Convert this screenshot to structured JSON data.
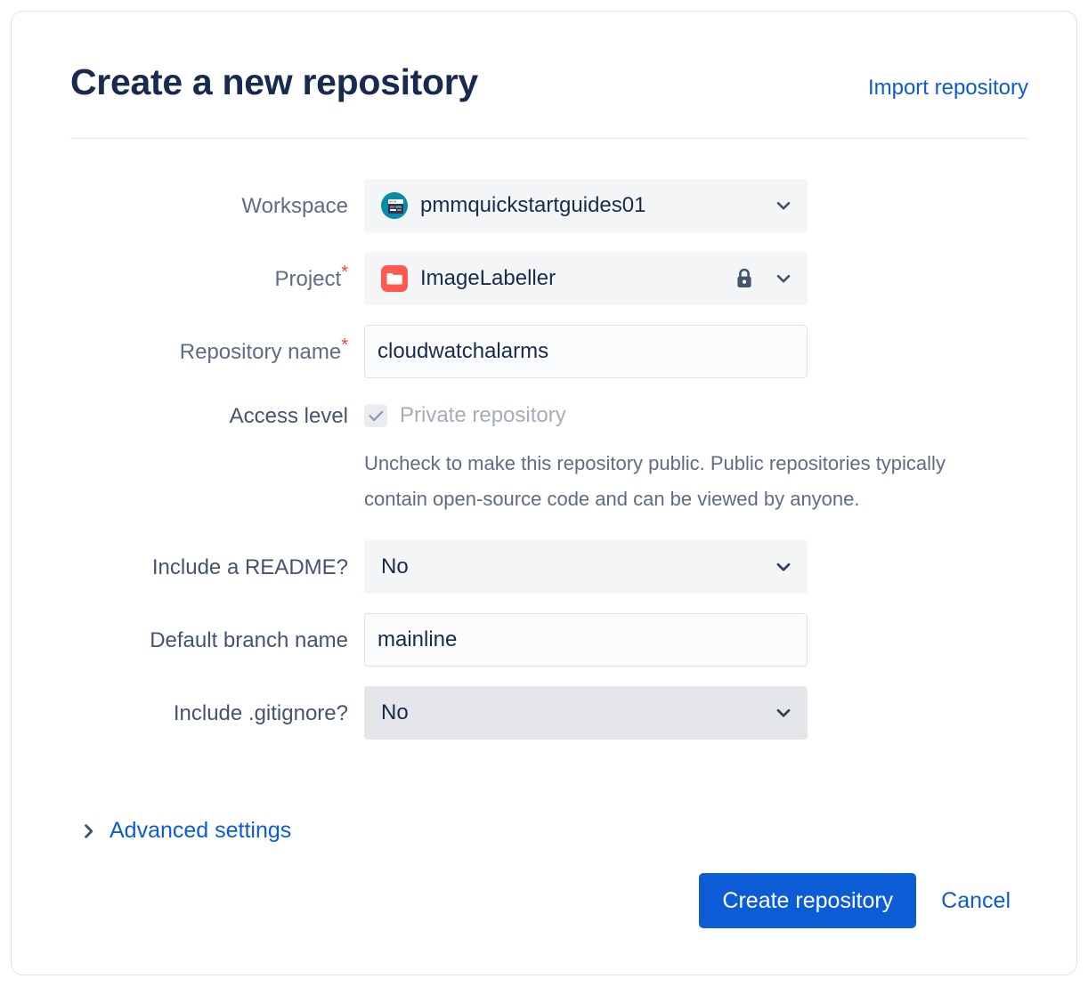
{
  "header": {
    "title": "Create a new repository",
    "import_link": "Import repository"
  },
  "form": {
    "workspace": {
      "label": "Workspace",
      "value": "pmmquickstartguides01",
      "avatar_icon": "workspace-avatar-icon",
      "chevron_icon": "chevron-down-icon"
    },
    "project": {
      "label": "Project",
      "required_marker": "*",
      "value": "ImageLabeller",
      "avatar_icon": "project-folder-icon",
      "lock_icon": "lock-icon",
      "chevron_icon": "chevron-down-icon"
    },
    "repository_name": {
      "label": "Repository name",
      "required_marker": "*",
      "value": "cloudwatchalarms",
      "placeholder": ""
    },
    "access_level": {
      "label": "Access level",
      "checkbox_label": "Private repository",
      "checked": true,
      "check_icon": "check-icon",
      "help_text": "Uncheck to make this repository public. Public repositories typically contain open-source code and can be viewed by anyone."
    },
    "include_readme": {
      "label": "Include a README?",
      "value": "No",
      "chevron_icon": "chevron-down-icon"
    },
    "default_branch": {
      "label": "Default branch name",
      "value": "mainline",
      "placeholder": ""
    },
    "include_gitignore": {
      "label": "Include .gitignore?",
      "value": "No",
      "chevron_icon": "chevron-down-icon"
    },
    "advanced_settings": {
      "label": "Advanced settings",
      "chevron_icon": "chevron-right-icon",
      "expanded": false
    }
  },
  "footer": {
    "submit_label": "Create repository",
    "cancel_label": "Cancel"
  },
  "colors": {
    "accent_blue": "#0B5CD5",
    "title_navy": "#182A4E",
    "label_gray": "#5E6C84",
    "required_red": "#E5493A",
    "field_bg": "#F4F5F7",
    "field_bg_hover": "#E4E6EA",
    "project_icon_red": "#FF5A51",
    "workspace_icon_teal": "#0B8CA6",
    "card_border": "#DFE1E6"
  }
}
